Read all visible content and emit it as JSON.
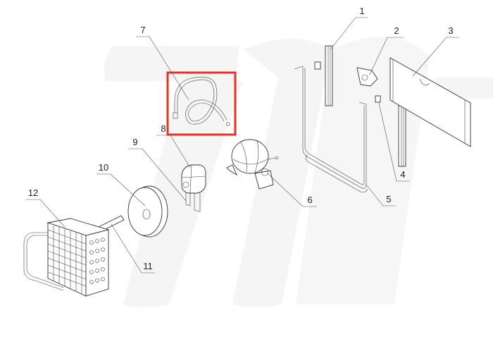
{
  "diagram": {
    "type": "exploded-parts-diagram",
    "highlight": {
      "part": "7",
      "color": "#e8321e"
    },
    "watermark_color": "#f4f4f4",
    "callouts": [
      {
        "id": "1",
        "label": "1"
      },
      {
        "id": "2",
        "label": "2"
      },
      {
        "id": "3",
        "label": "3"
      },
      {
        "id": "4",
        "label": "4"
      },
      {
        "id": "5",
        "label": "5"
      },
      {
        "id": "6",
        "label": "6"
      },
      {
        "id": "7",
        "label": "7"
      },
      {
        "id": "8",
        "label": "8"
      },
      {
        "id": "9",
        "label": "9"
      },
      {
        "id": "10",
        "label": "10"
      },
      {
        "id": "11",
        "label": "11"
      },
      {
        "id": "12",
        "label": "12"
      }
    ]
  }
}
